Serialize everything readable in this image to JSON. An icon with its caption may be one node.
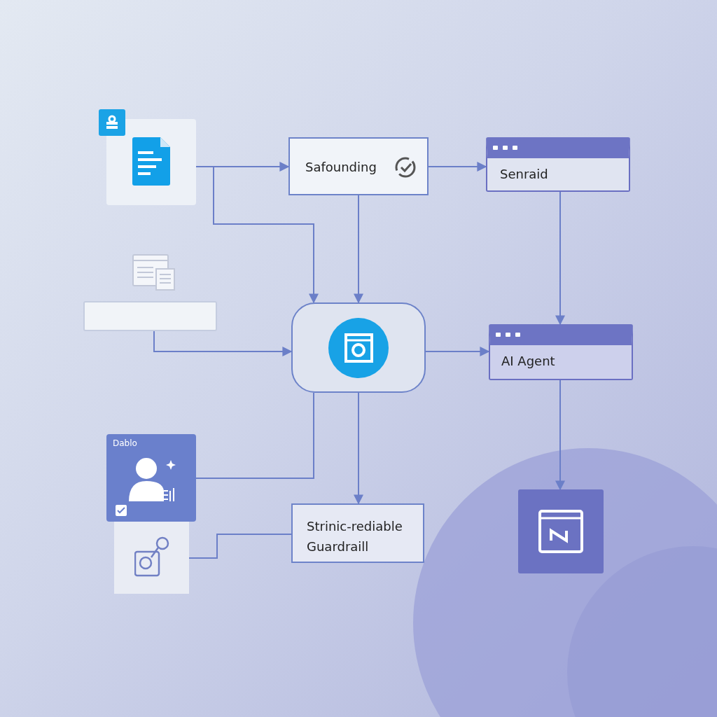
{
  "diagram": {
    "nodes": [
      {
        "text": [],
        "shape": "box"
      },
      {
        "text": [
          "Safounding"
        ]
      },
      {
        "text": [
          "Senraid"
        ]
      },
      {
        "text": [],
        "shape": "box"
      },
      {
        "text": [],
        "shape": "box"
      },
      {
        "text": [
          "AI Agent"
        ]
      },
      {
        "text": [
          "Dablo"
        ]
      },
      {
        "text": [],
        "shape": "box"
      },
      {
        "text": [
          "Strinic-rediable Guardraill"
        ]
      },
      {
        "text": [],
        "shape": "box"
      }
    ],
    "edges": [
      {
        "from": 0,
        "to": 1,
        "arrow": "to"
      },
      {
        "from": 0,
        "to": 4,
        "arrow": "to"
      },
      {
        "from": 1,
        "to": 2,
        "arrow": "to"
      },
      {
        "from": 1,
        "to": 4,
        "arrow": "to"
      },
      {
        "from": 3,
        "to": 4,
        "arrow": "to"
      },
      {
        "from": 4,
        "to": 5,
        "arrow": "to"
      },
      {
        "from": 2,
        "to": 5,
        "arrow": "to"
      },
      {
        "from": 5,
        "to": 9,
        "arrow": "to"
      },
      {
        "from": 4,
        "to": 8,
        "arrow": "to"
      },
      {
        "from": 4,
        "to": 6,
        "arrow": "none"
      },
      {
        "from": 7,
        "to": 8,
        "arrow": "none"
      }
    ]
  }
}
